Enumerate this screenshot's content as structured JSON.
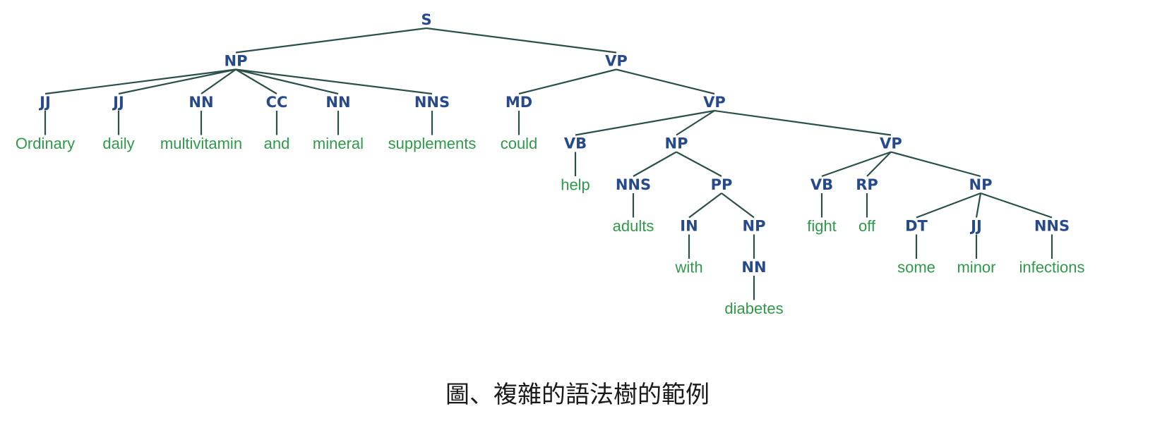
{
  "caption": "圖、複雜的語法樹的範例",
  "colors": {
    "tag": "#274a8c",
    "word": "#2e9a48",
    "edge": "#2b4f4a"
  },
  "tree": {
    "label": "S",
    "children": [
      {
        "label": "NP",
        "children": [
          {
            "label": "JJ",
            "children": [
              {
                "word": "Ordinary"
              }
            ]
          },
          {
            "label": "JJ",
            "children": [
              {
                "word": "daily"
              }
            ]
          },
          {
            "label": "NN",
            "children": [
              {
                "word": "multivitamin"
              }
            ]
          },
          {
            "label": "CC",
            "children": [
              {
                "word": "and"
              }
            ]
          },
          {
            "label": "NN",
            "children": [
              {
                "word": "mineral"
              }
            ]
          },
          {
            "label": "NNS",
            "children": [
              {
                "word": "supplements"
              }
            ]
          }
        ]
      },
      {
        "label": "VP",
        "children": [
          {
            "label": "MD",
            "children": [
              {
                "word": "could"
              }
            ]
          },
          {
            "label": "VP",
            "children": [
              {
                "label": "VB",
                "children": [
                  {
                    "word": "help"
                  }
                ]
              },
              {
                "label": "NP",
                "children": [
                  {
                    "label": "NNS",
                    "children": [
                      {
                        "word": "adults"
                      }
                    ]
                  },
                  {
                    "label": "PP",
                    "children": [
                      {
                        "label": "IN",
                        "children": [
                          {
                            "word": "with"
                          }
                        ]
                      },
                      {
                        "label": "NP",
                        "children": [
                          {
                            "label": "NN",
                            "children": [
                              {
                                "word": "diabetes"
                              }
                            ]
                          }
                        ]
                      }
                    ]
                  }
                ]
              },
              {
                "label": "VP",
                "children": [
                  {
                    "label": "VB",
                    "children": [
                      {
                        "word": "fight"
                      }
                    ]
                  },
                  {
                    "label": "RP",
                    "children": [
                      {
                        "word": "off"
                      }
                    ]
                  },
                  {
                    "label": "NP",
                    "children": [
                      {
                        "label": "DT",
                        "children": [
                          {
                            "word": "some"
                          }
                        ]
                      },
                      {
                        "label": "JJ",
                        "children": [
                          {
                            "word": "minor"
                          }
                        ]
                      },
                      {
                        "label": "NNS",
                        "children": [
                          {
                            "word": "infections"
                          }
                        ]
                      }
                    ]
                  }
                ]
              }
            ]
          }
        ]
      }
    ]
  }
}
